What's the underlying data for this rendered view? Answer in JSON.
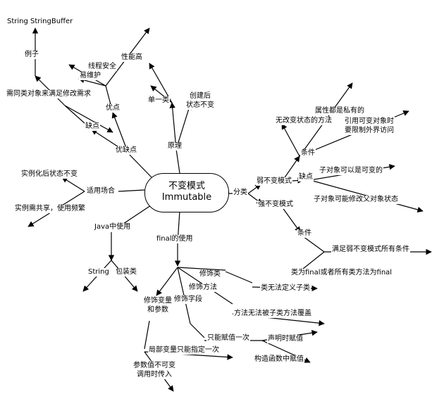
{
  "center": {
    "line1": "不变模式",
    "line2": "Immutable"
  },
  "labels": {
    "string_buffer": "String StringBuffer",
    "example": "例子",
    "need_modify": "需同类对象来满足修改需求",
    "perf": "性能高",
    "thread_safe": "线程安全",
    "maintain": "易维护",
    "advantage": "优点",
    "disadvantage": "缺点",
    "pros_cons": "优缺点",
    "single_class": "单一类",
    "state_unchanged": "创建后\n状态不变",
    "principle": "原理",
    "attr_private": "属性都是私有的",
    "no_setter": "无改变状态的方法",
    "ref_mutable": "引用可变对象时\n要限制外界访问",
    "condition1": "条件",
    "weak": "弱不变模式",
    "flaw": "缺点",
    "child_mutable": "子对象可以是可变的",
    "child_modify": "子对象可能修改父对象状态",
    "classify": "分类",
    "strong": "强不变模式",
    "condition2": "条件",
    "satisfy_weak": "满足弱不变模式所有条件",
    "final_class": "类为final或者所有类方法为final",
    "after_instance": "实例化后状态不变",
    "share_freq": "实例需共享，使用频繁",
    "scenarios": "适用场合",
    "java_use": "Java中使用",
    "string": "String",
    "wrapper": "包装类",
    "final_use": "final的使用",
    "mod_class": "修饰类",
    "no_subclass": "类无法定义子类",
    "mod_method": "修饰方法",
    "no_override": "方法无法被子类方法覆盖",
    "mod_var": "修饰变量\n和参数",
    "mod_field": "修饰字段",
    "assign_once": "只能赋值一次",
    "assign_decl": "声明时赋值",
    "assign_ctor": "构造函数中赋值",
    "local_once": "局部变量只能指定一次",
    "param_immutable": "参数值不可变\n调用时传入"
  }
}
